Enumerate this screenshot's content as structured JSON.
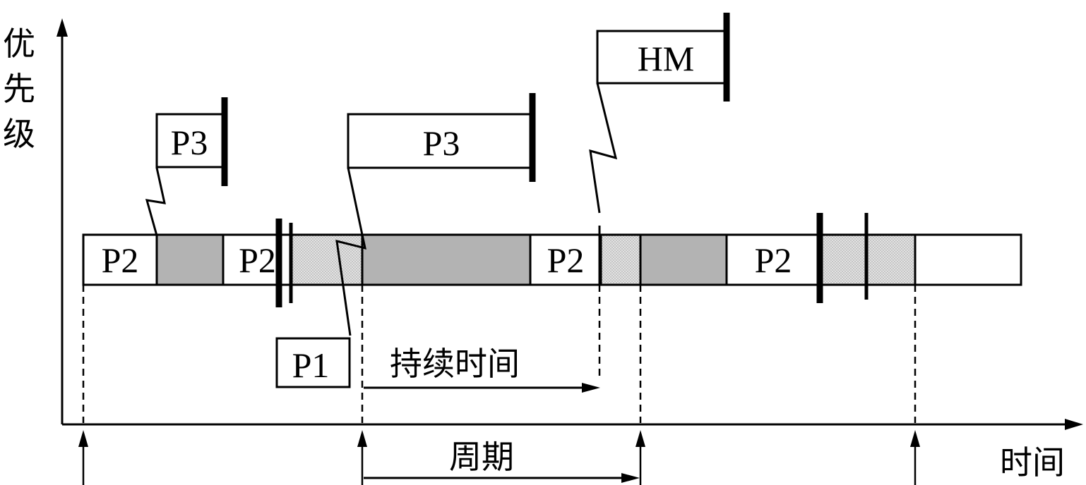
{
  "axes": {
    "y_label": [
      "优",
      "先",
      "级"
    ],
    "x_label": "时间"
  },
  "timeline_segments": [
    {
      "label": "P2",
      "type": "p2"
    },
    {
      "label": "",
      "type": "dark"
    },
    {
      "label": "P2",
      "type": "p2"
    },
    {
      "label": "",
      "type": "light"
    },
    {
      "label": "",
      "type": "dark"
    },
    {
      "label": "P2",
      "type": "p2"
    },
    {
      "label": "",
      "type": "light"
    },
    {
      "label": "",
      "type": "dark"
    },
    {
      "label": "P2",
      "type": "p2"
    },
    {
      "label": "",
      "type": "light"
    },
    {
      "label": "",
      "type": "empty"
    }
  ],
  "tasks": {
    "p3_short": "P3",
    "p3_long": "P3",
    "hm": "HM",
    "p1": "P1"
  },
  "annotations": {
    "duration": "持续时间",
    "period": "周期"
  },
  "colors": {
    "p2": "#ffffff",
    "dark": "#b3b3b3",
    "light": "#dcdcdc",
    "empty": "#ffffff",
    "line": "#000000"
  }
}
